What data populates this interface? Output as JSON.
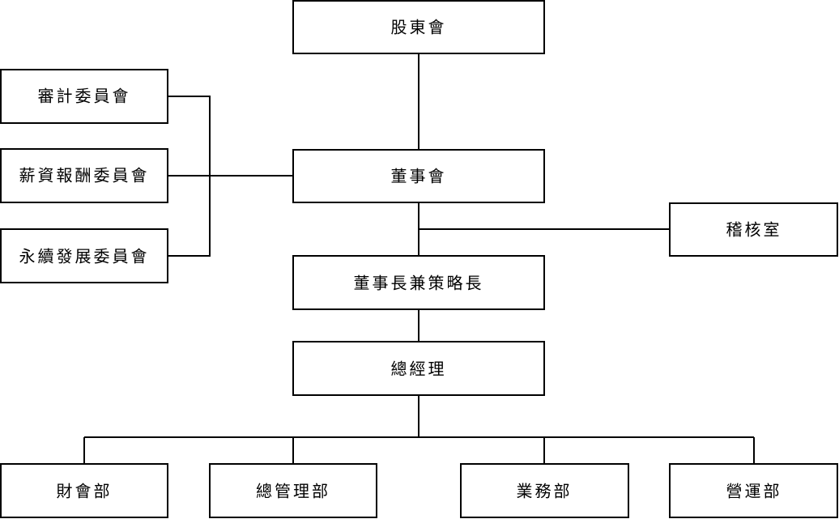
{
  "org_chart": {
    "shareholders": "股東會",
    "board": "董事會",
    "audit_committee": "審計委員會",
    "compensation_committee": "薪資報酬委員會",
    "sustainability_committee": "永續發展委員會",
    "internal_audit": "稽核室",
    "chairman": "董事長兼策略長",
    "general_manager": "總經理",
    "finance_dept": "財會部",
    "admin_dept": "總管理部",
    "sales_dept": "業務部",
    "operations_dept": "營運部"
  }
}
